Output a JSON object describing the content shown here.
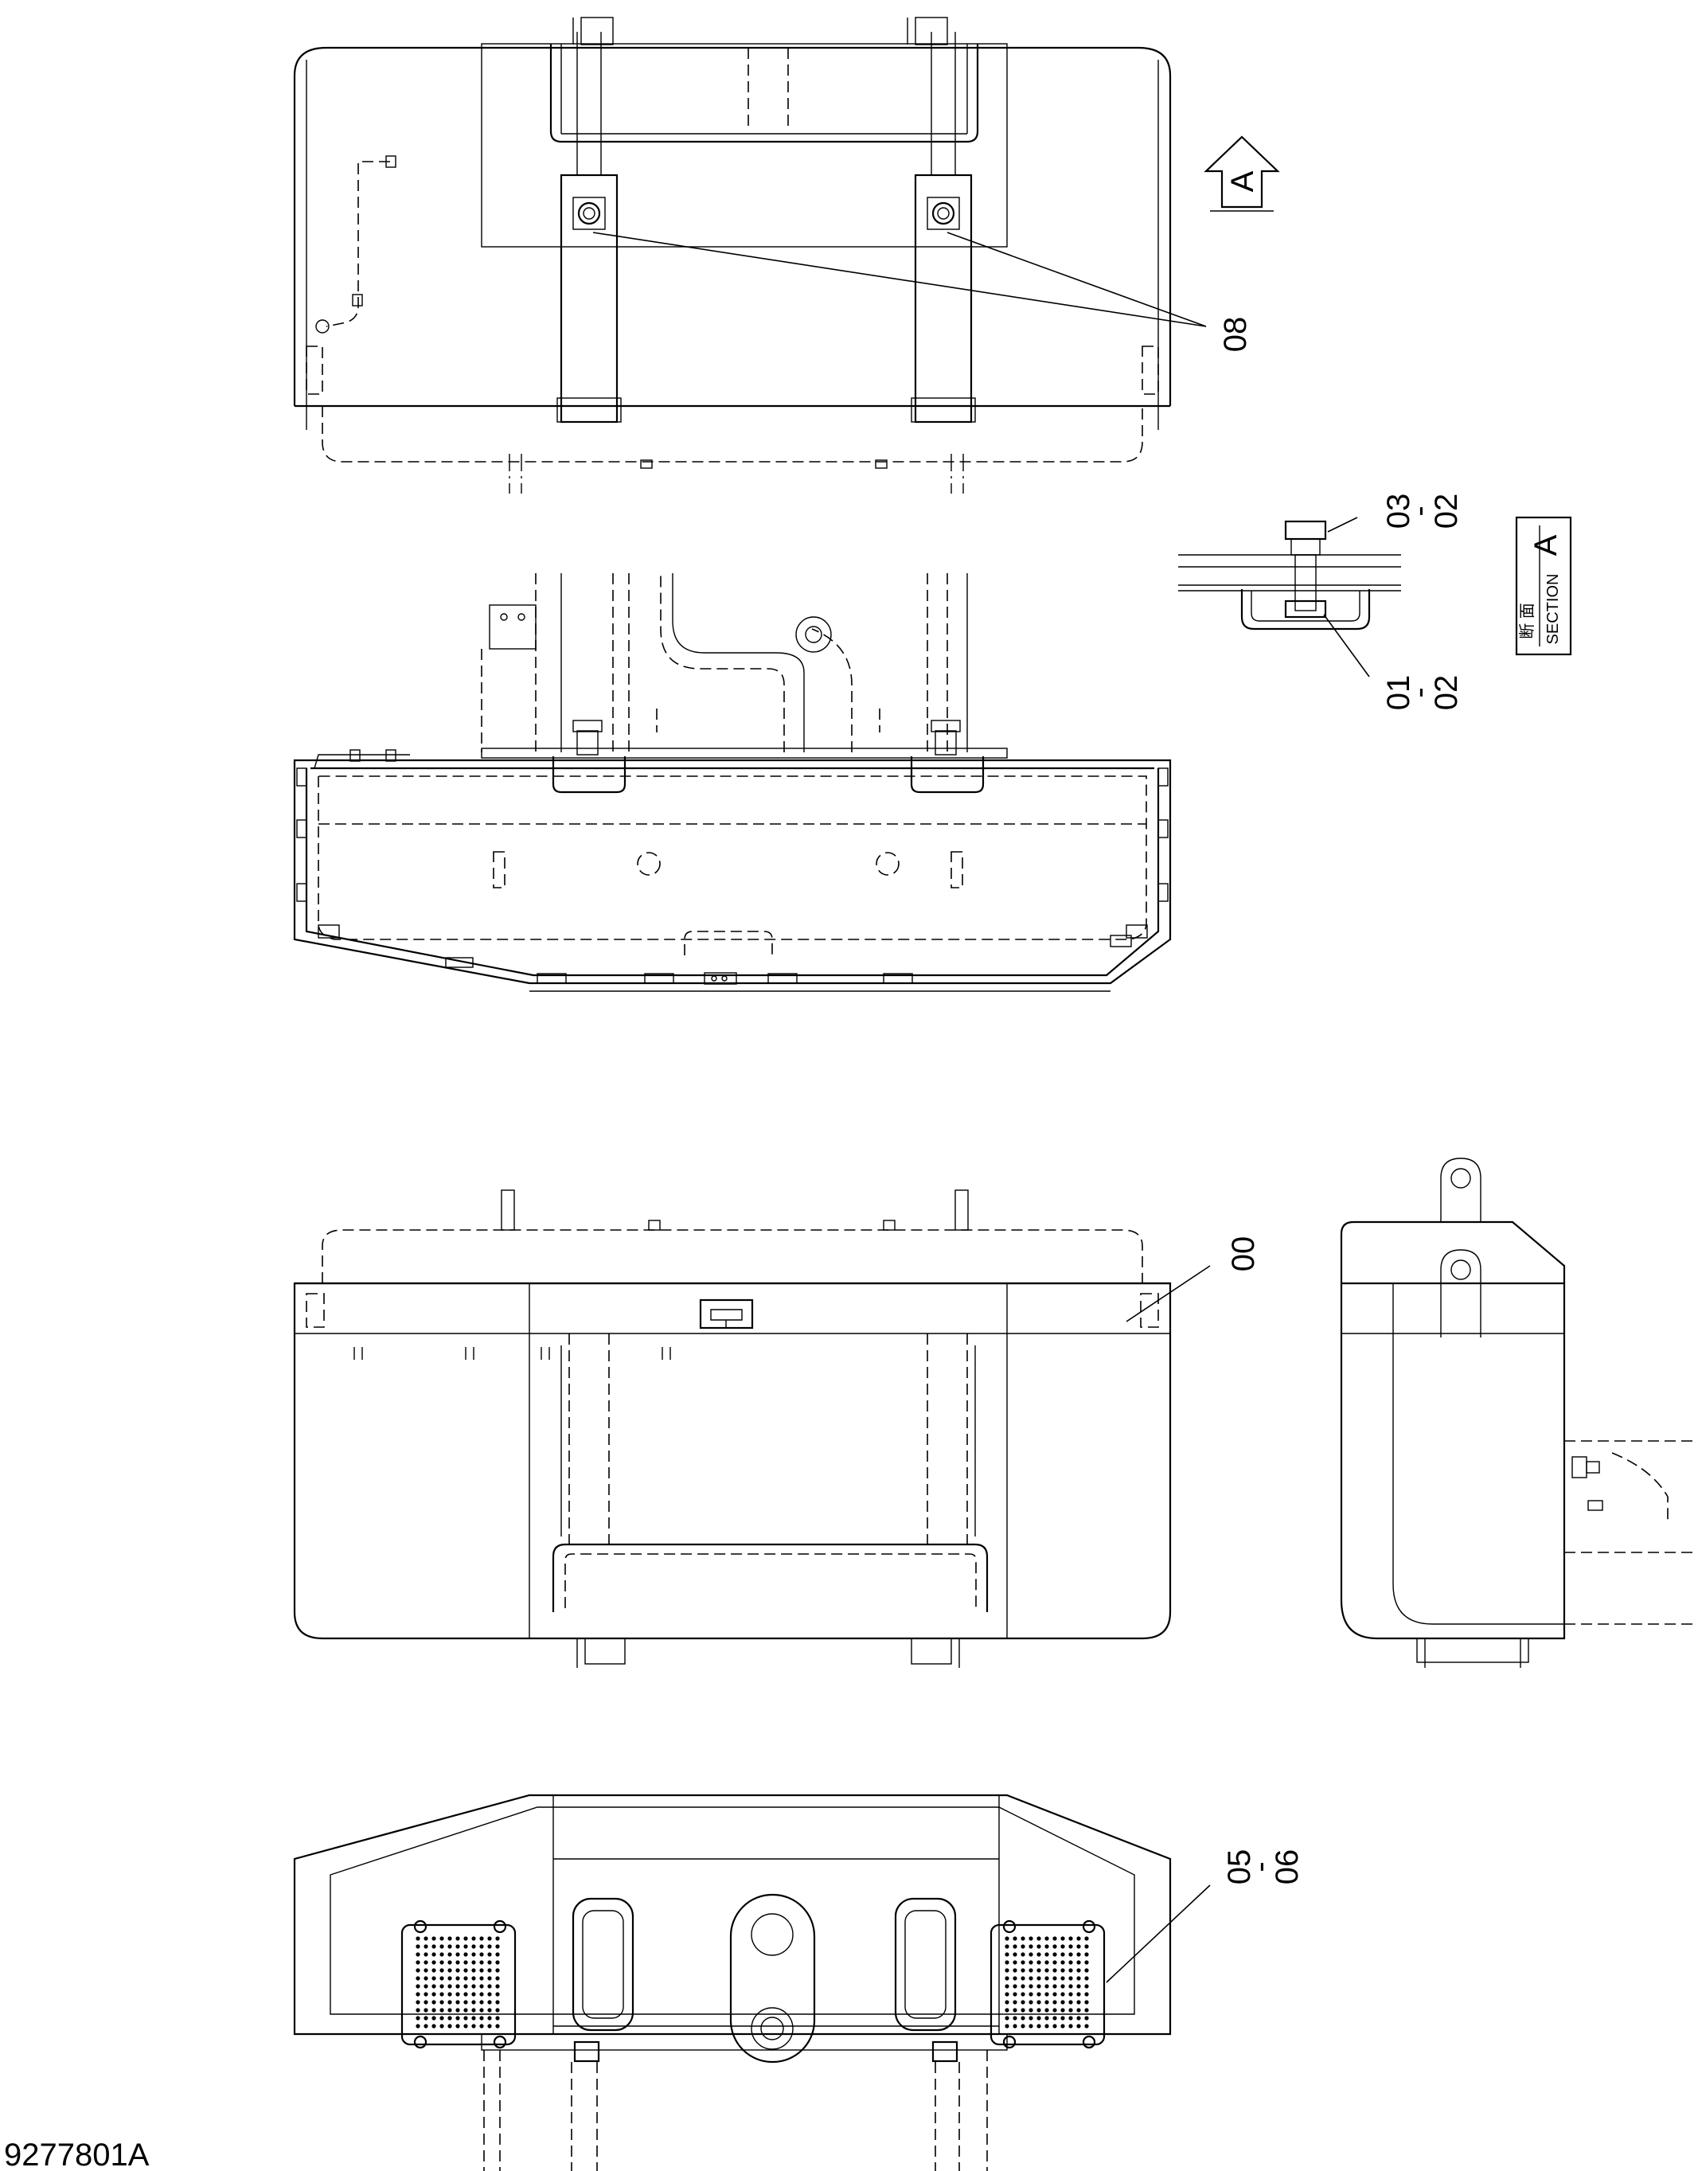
{
  "callouts": {
    "c08": "08",
    "c03": "03",
    "c03_sep": "-",
    "c03_b": "02",
    "c01": "01",
    "c01_sep": "-",
    "c01_b": "02",
    "c00": "00",
    "c05": "05",
    "c05_sep": "-",
    "c05_b": "06"
  },
  "view_arrow": {
    "label": "A"
  },
  "section_box": {
    "kanji": "断 面",
    "text": "SECTION",
    "letter": "A"
  },
  "drawing_number": "9277801A"
}
